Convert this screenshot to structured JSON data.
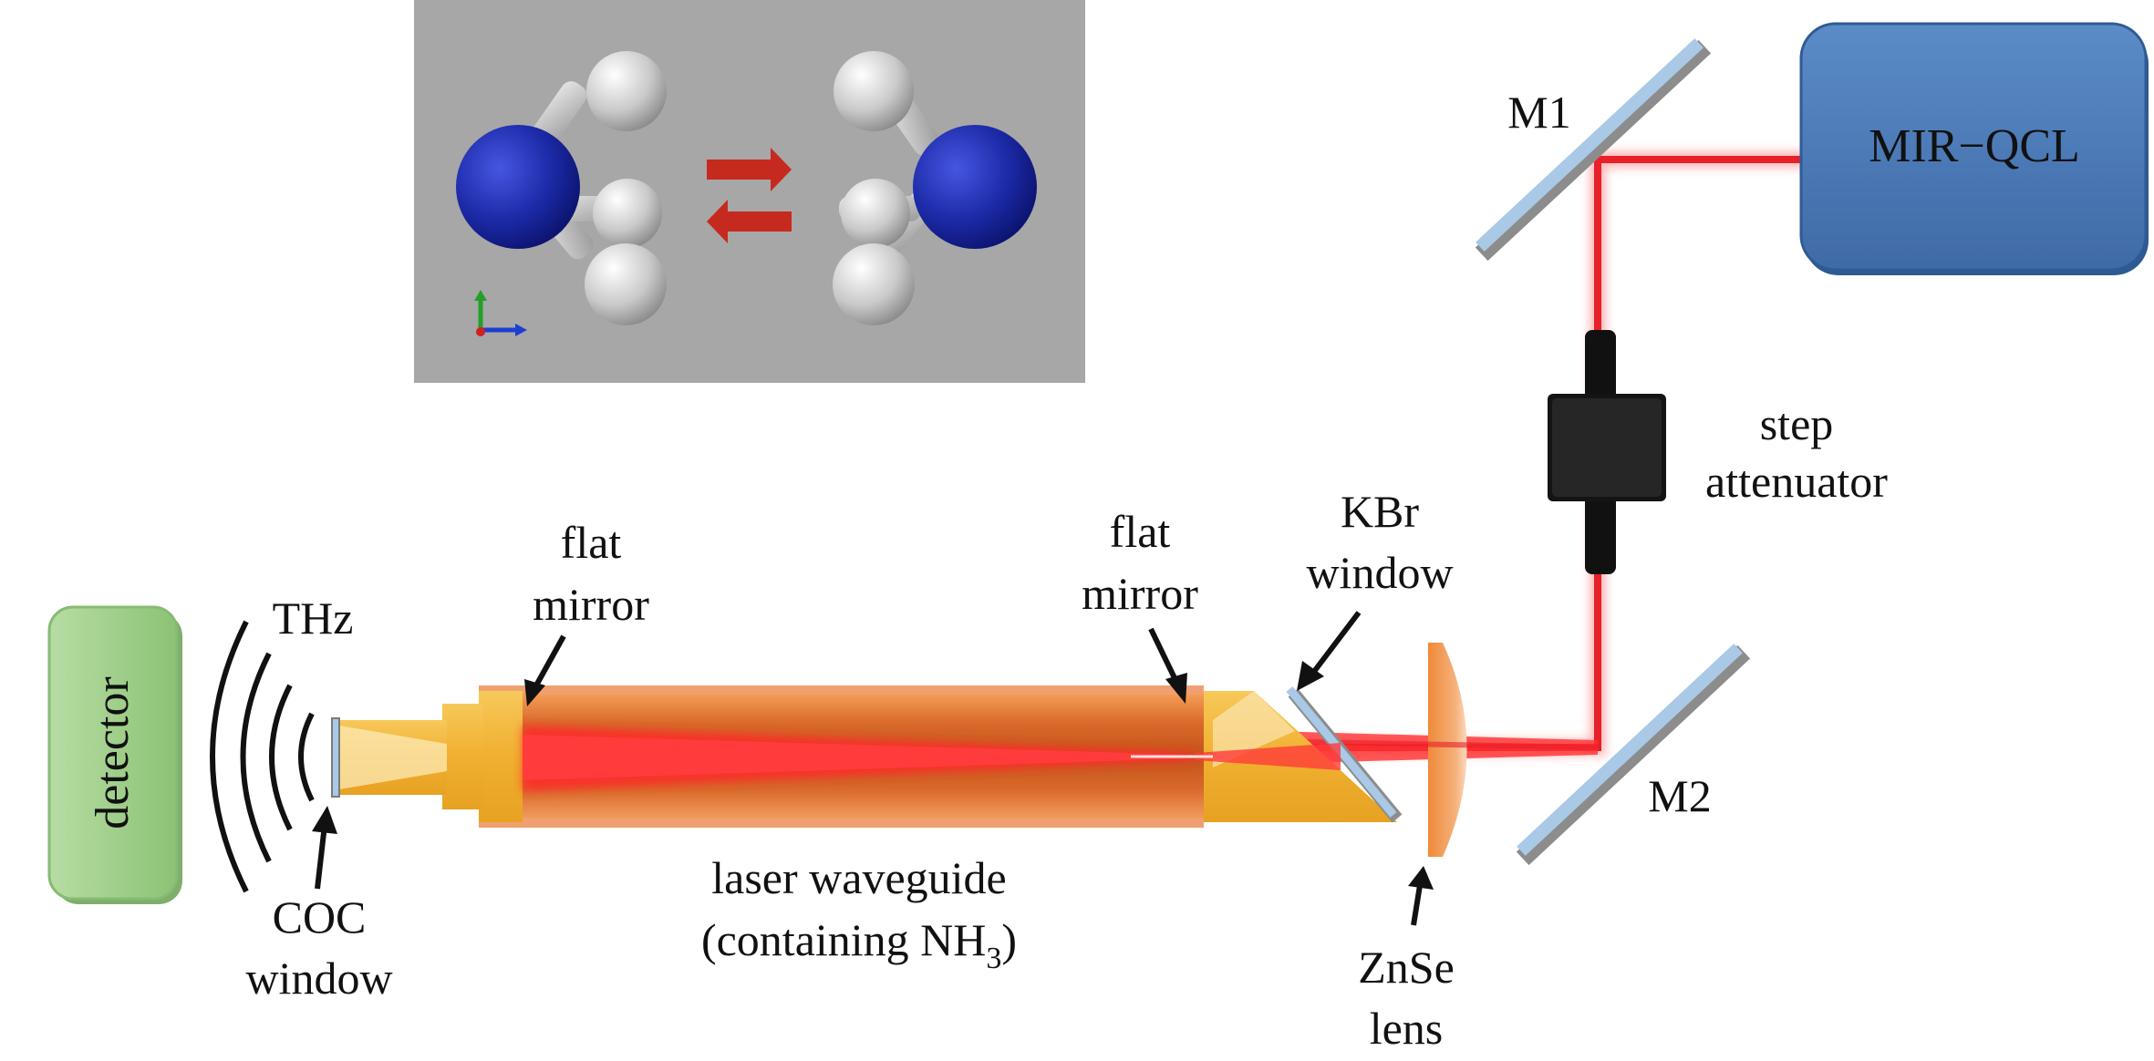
{
  "components": {
    "qcl": "MIR−QCL",
    "detector": "detector",
    "mirror1": "M1",
    "mirror2": "M2",
    "attenuator_line1": "step",
    "attenuator_line2": "attenuator",
    "kbr_line1": "KBr",
    "kbr_line2": "window",
    "flat_mirror_left_line1": "flat",
    "flat_mirror_left_line2": "mirror",
    "flat_mirror_right_line1": "flat",
    "flat_mirror_right_line2": "mirror",
    "thz": "THz",
    "coc_line1": "COC",
    "coc_line2": "window",
    "waveguide_line1": "laser waveguide",
    "waveguide_line2_prefix": "(containing NH",
    "waveguide_line2_sub": "3",
    "waveguide_line2_suffix": ")",
    "znse_line1": "ZnSe",
    "znse_line2": "lens"
  },
  "colors": {
    "laser_red": "#e8202a",
    "qcl_blue": "#4a7ab8",
    "detector_green": "#9fcf8a",
    "waveguide_orange": "#e07a2a",
    "holder_gold": "#f2b23a",
    "mirror_blue": "#a9c9e6",
    "molecule_nitrogen": "#1c2aa8",
    "inset_background": "#a7a7a7"
  }
}
